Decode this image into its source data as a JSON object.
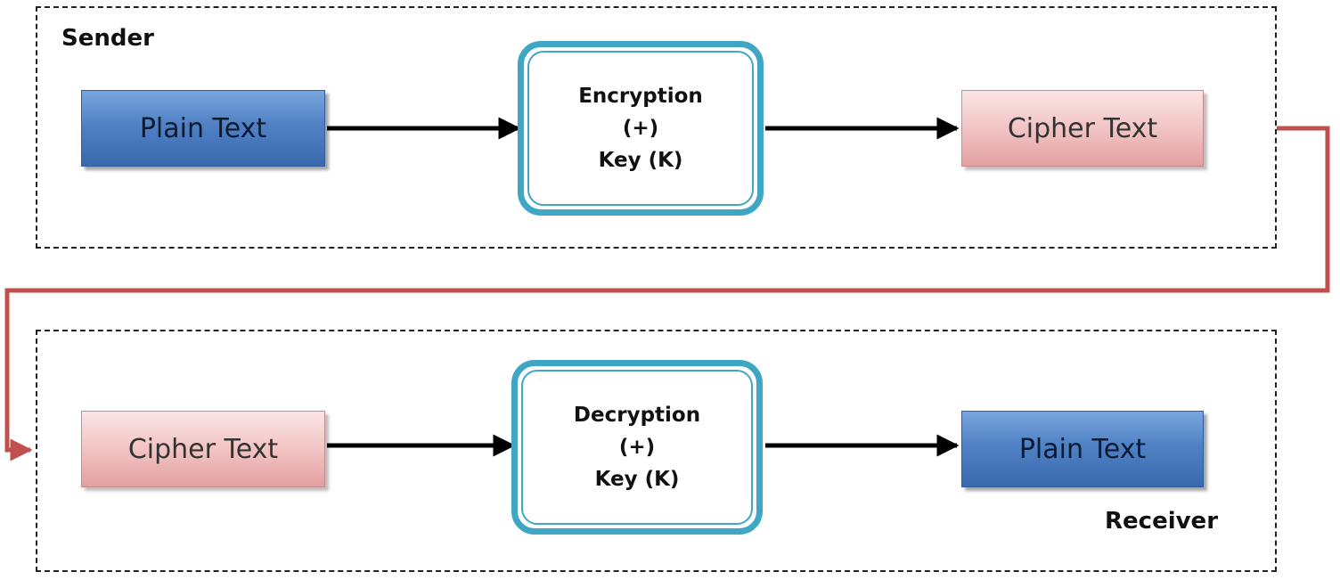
{
  "sender": {
    "label": "Sender",
    "plain_text": "Plain Text",
    "cipher_text": "Cipher Text",
    "process": {
      "title": "Encryption",
      "operator": "(+)",
      "key": "Key (K)"
    }
  },
  "receiver": {
    "label": "Receiver",
    "cipher_text": "Cipher Text",
    "plain_text": "Plain Text",
    "process": {
      "title": "Decryption",
      "operator": "(+)",
      "key": "Key (K)"
    }
  },
  "colors": {
    "plain_box": "#4f81c4",
    "cipher_box": "#f2c4c4",
    "process_border": "#3fa7c4",
    "arrow": "#000000",
    "transmission_line": "#c0504d"
  }
}
